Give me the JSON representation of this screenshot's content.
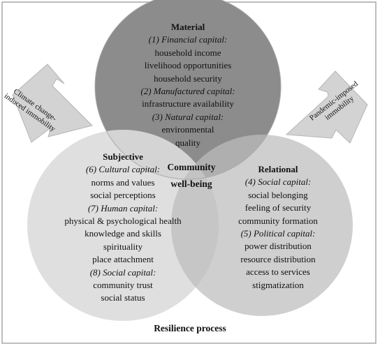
{
  "material": {
    "heading": "Material",
    "lines": [
      {
        "text": "(1) Financial capital:",
        "type": "cap"
      },
      {
        "text": "household income",
        "type": "item"
      },
      {
        "text": "livelihood opportunities",
        "type": "item"
      },
      {
        "text": "household security",
        "type": "item"
      },
      {
        "text": "(2) Manufactured capital:",
        "type": "cap"
      },
      {
        "text": "infrastructure availability",
        "type": "item"
      },
      {
        "text": "(3) Natural capital:",
        "type": "cap"
      },
      {
        "text": "environmental",
        "type": "item"
      },
      {
        "text": "quality",
        "type": "item"
      }
    ]
  },
  "subjective": {
    "heading": "Subjective",
    "lines": [
      {
        "text": "(6) Cultural capital:",
        "type": "cap"
      },
      {
        "text": "norms and values",
        "type": "item"
      },
      {
        "text": "social perceptions",
        "type": "item"
      },
      {
        "text": "(7) Human capital:",
        "type": "cap"
      },
      {
        "text": "physical & psychological health",
        "type": "item"
      },
      {
        "text": "knowledge and skills",
        "type": "item"
      },
      {
        "text": "spirituality",
        "type": "item"
      },
      {
        "text": "place attachment",
        "type": "item"
      },
      {
        "text": "(8) Social capital:",
        "type": "cap"
      },
      {
        "text": "community trust",
        "type": "item"
      },
      {
        "text": "social status",
        "type": "item"
      }
    ]
  },
  "relational": {
    "heading": "Relational",
    "lines": [
      {
        "text": "(4) Social capital:",
        "type": "cap"
      },
      {
        "text": "social belonging",
        "type": "item"
      },
      {
        "text": "feeling of security",
        "type": "item"
      },
      {
        "text": "community formation",
        "type": "item"
      },
      {
        "text": "(5) Political capital:",
        "type": "cap"
      },
      {
        "text": "power distribution",
        "type": "item"
      },
      {
        "text": "resource distribution",
        "type": "item"
      },
      {
        "text": "access to services",
        "type": "item"
      },
      {
        "text": "stigmatization",
        "type": "item"
      }
    ]
  },
  "center": {
    "line1": "Community",
    "line2": "well-being"
  },
  "left_arrow": {
    "line1": "Climate change-",
    "line2": "induced immobility"
  },
  "right_arrow": {
    "line1": "Pandemic-imposed",
    "line2": "immobility"
  },
  "footer": "Resilience process",
  "colors": {
    "background": "#ffffff",
    "frame": "#9a9a9a",
    "circle_material": "#8c8c8c",
    "circle_subjective": "#dcdcdc",
    "circle_relational": "#bdbdbd",
    "arrow_fill": "#d3d3d3",
    "arrow_stroke": "#b5b5b5"
  }
}
